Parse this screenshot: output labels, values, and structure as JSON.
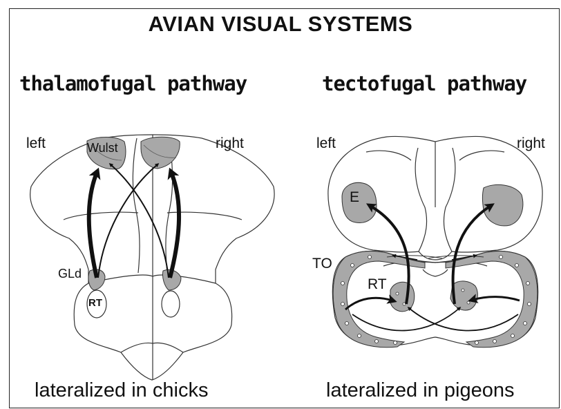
{
  "title": "AVIAN VISUAL SYSTEMS",
  "panels": {
    "thalamofugal": {
      "title": "thalamofugal pathway",
      "caption": "lateralized in chicks",
      "side_left": "left",
      "side_right": "right",
      "labels": {
        "wulst": "Wulst",
        "gld": "GLd",
        "rt": "RT"
      }
    },
    "tectofugal": {
      "title": "tectofugal pathway",
      "caption": "lateralized in pigeons",
      "side_left": "left",
      "side_right": "right",
      "labels": {
        "e": "E",
        "to": "TO",
        "rt": "RT"
      }
    }
  },
  "colors": {
    "region_fill": "#a8a8a8",
    "outline": "#333333",
    "arrow": "#111111"
  }
}
